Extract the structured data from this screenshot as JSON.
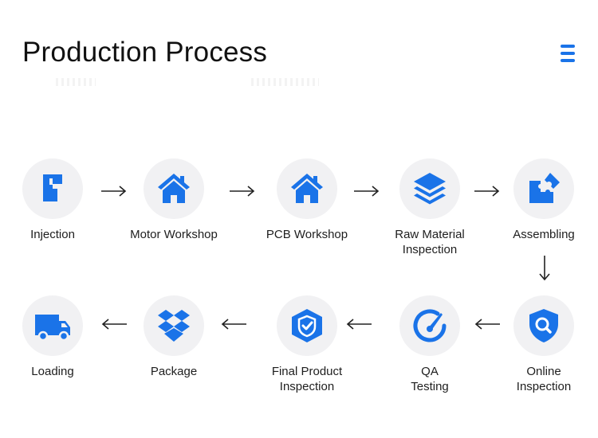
{
  "header": {
    "title": "Production Process",
    "menu_icon": "hamburger-menu-icon",
    "accent": "#1a73e8"
  },
  "steps": [
    {
      "label": "Injection",
      "icon": "injection-machine-icon"
    },
    {
      "label": "Motor Workshop",
      "icon": "house-icon"
    },
    {
      "label": "PCB Workshop",
      "icon": "house-icon"
    },
    {
      "label": "Raw Material\nInspection",
      "icon": "layers-icon"
    },
    {
      "label": "Assembling",
      "icon": "puzzle-icon"
    },
    {
      "label": "Online\nInspection",
      "icon": "shield-search-icon"
    },
    {
      "label": "QA\nTesting",
      "icon": "gauge-icon"
    },
    {
      "label": "Final Product\nInspection",
      "icon": "shield-check-icon"
    },
    {
      "label": "Package",
      "icon": "dropbox-box-icon"
    },
    {
      "label": "Loading",
      "icon": "truck-icon"
    }
  ],
  "arrows": {
    "right": "arrow-right-icon",
    "left": "arrow-left-icon",
    "down": "arrow-down-icon"
  }
}
